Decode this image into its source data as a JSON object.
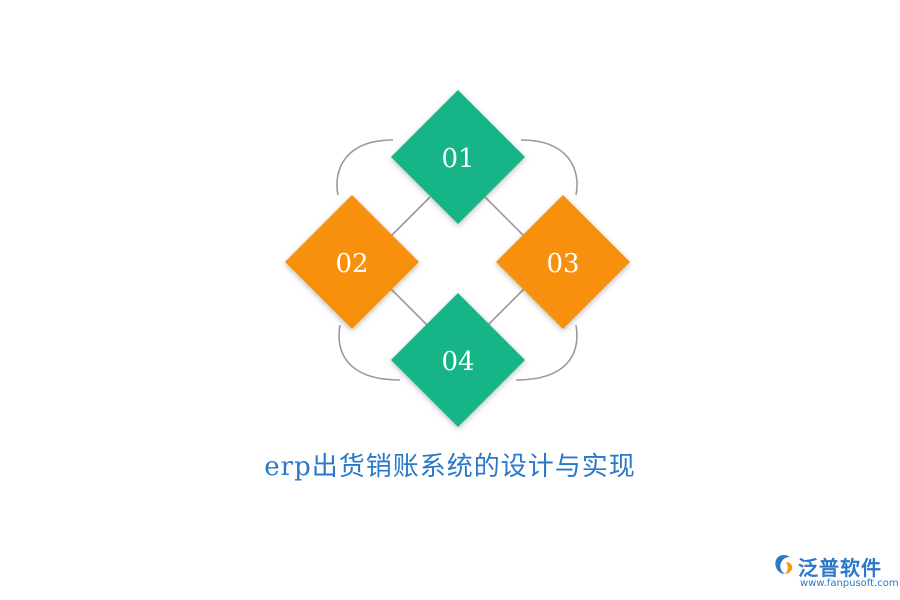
{
  "colors": {
    "green": "#17b486",
    "orange": "#f7900a",
    "ring": "#9a9a9a",
    "caption": "#2a78c9",
    "brand": "#2a78c9",
    "brand_accent": "#f29a1c"
  },
  "diamonds": [
    {
      "label": "01",
      "color": "green"
    },
    {
      "label": "02",
      "color": "orange"
    },
    {
      "label": "03",
      "color": "orange"
    },
    {
      "label": "04",
      "color": "green"
    }
  ],
  "caption": "erp出货销账系统的设计与实现",
  "brand": {
    "logo_icon": "fanpu-logo-icon",
    "name": "泛普软件",
    "url": "www.fanpusoft.com"
  }
}
